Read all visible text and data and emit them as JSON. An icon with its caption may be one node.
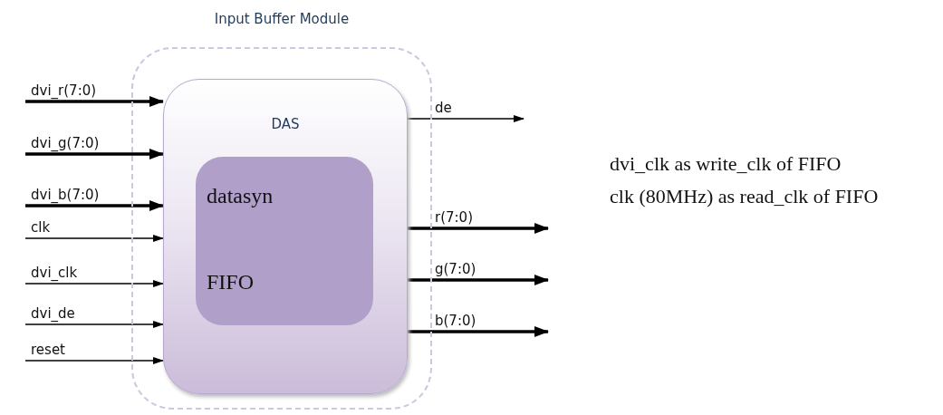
{
  "diagram": {
    "nodes": [
      {
        "text": [
          "Input Buffer Module"
        ]
      },
      {
        "text": [
          "DAS"
        ],
        "in": 0
      },
      {
        "text": [
          "datasyn",
          "FIFO"
        ],
        "in": 1
      }
    ],
    "edges": [
      {
        "from": null,
        "to": 1,
        "arrow": "to",
        "label": "dvi_r(7:0)"
      },
      {
        "from": null,
        "to": 1,
        "arrow": "to",
        "label": "dvi_g(7:0)"
      },
      {
        "from": null,
        "to": 1,
        "arrow": "to",
        "label": "dvi_b(7:0)"
      },
      {
        "from": null,
        "to": 1,
        "arrow": "to",
        "label": "clk"
      },
      {
        "from": null,
        "to": 1,
        "arrow": "to",
        "label": "dvi_clk"
      },
      {
        "from": null,
        "to": 1,
        "arrow": "to",
        "label": "dvi_de"
      },
      {
        "from": null,
        "to": 1,
        "arrow": "to",
        "label": "reset"
      },
      {
        "from": 1,
        "to": null,
        "arrow": "to",
        "label": "de"
      },
      {
        "from": 1,
        "to": null,
        "arrow": "to",
        "label": "r(7:0)"
      },
      {
        "from": 1,
        "to": null,
        "arrow": "to",
        "label": "g(7:0)"
      },
      {
        "from": 1,
        "to": null,
        "arrow": "to",
        "label": "b(7:0)"
      }
    ],
    "labels": [
      "dvi_clk as write_clk of FIFO",
      "clk (80MHz) as read_clk of FIFO"
    ]
  }
}
